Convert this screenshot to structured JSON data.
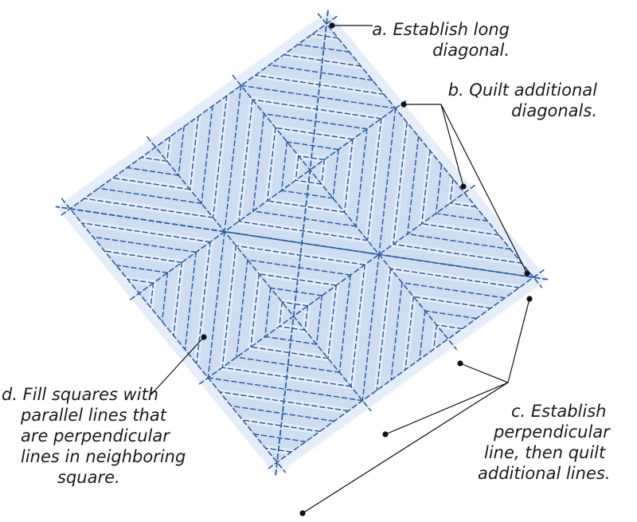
{
  "diagram": {
    "fill_color": "#c7d8ee",
    "fill_color_light": "#e4edf8",
    "stitch_color": "#2f5ea8",
    "leader_color": "#111111"
  },
  "callouts": {
    "a": {
      "lines": [
        "a. Establish long",
        "diagonal."
      ]
    },
    "b": {
      "lines": [
        "b. Quilt additional",
        "diagonals."
      ]
    },
    "c": {
      "lines": [
        "c. Establish",
        "perpendicular",
        "line, then quilt",
        "additional lines."
      ]
    },
    "d": {
      "lines": [
        "d. Fill squares with",
        "parallel lines that",
        "are perpendicular",
        "lines in neighboring",
        "square."
      ]
    }
  }
}
